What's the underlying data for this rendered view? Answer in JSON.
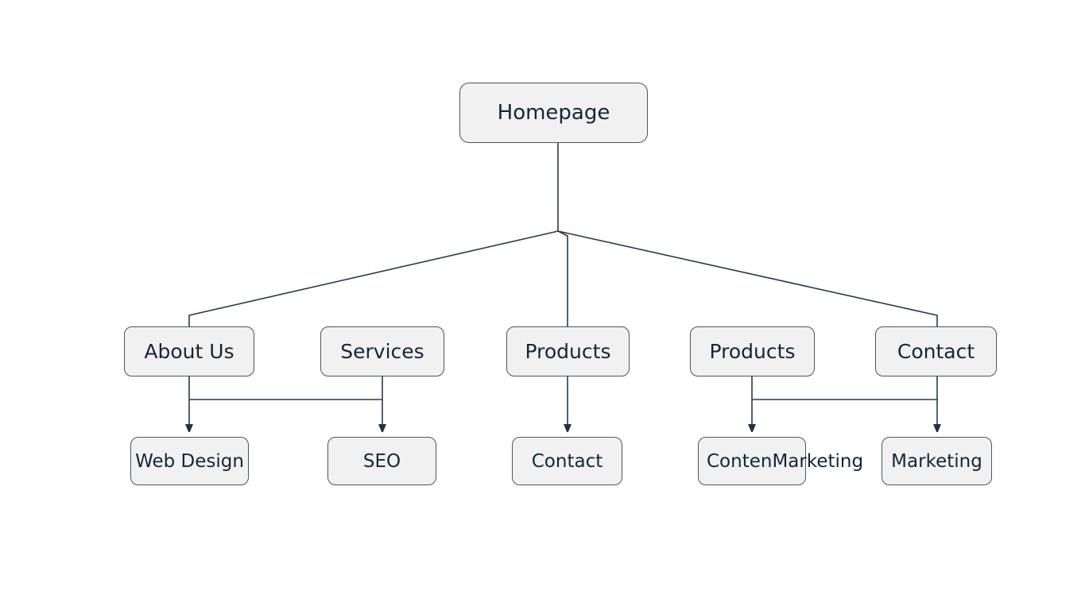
{
  "diagram": {
    "root": {
      "label": "Homepage"
    },
    "level1": [
      {
        "label": "About Us"
      },
      {
        "label": "Services"
      },
      {
        "label": "Products"
      },
      {
        "label": "Products"
      },
      {
        "label": "Contact"
      }
    ],
    "level2": [
      {
        "label": "Web Design"
      },
      {
        "label": "SEO"
      },
      {
        "label": "Contact"
      },
      {
        "label": "ContenMarketing"
      },
      {
        "label": "Marketing"
      }
    ],
    "colors": {
      "node_fill": "#f1f1f1",
      "node_border": "#4a5563",
      "line": "#2b3a4a",
      "text": "#13263a",
      "background": "#ffffff"
    }
  }
}
